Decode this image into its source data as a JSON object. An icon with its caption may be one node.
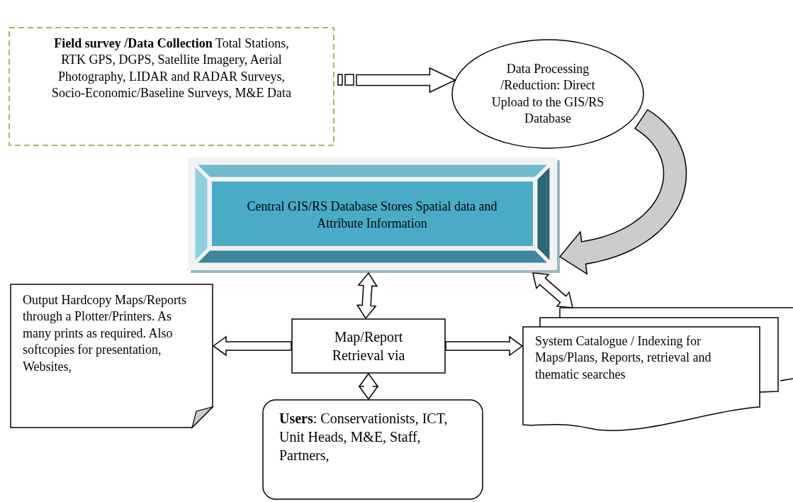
{
  "diagram": {
    "nodes": [
      {
        "text": [
          "**Field survey /Data Collection** Total Stations, RTK GPS, DGPS, Satellite Imagery, Aerial Photography, LIDAR and RADAR Surveys, Socio-Economic/Baseline Surveys, M&E Data"
        ]
      },
      {
        "text": [
          "Data Processing /Reduction: Direct Upload to the GIS/RS Database"
        ]
      },
      {
        "text": [
          "Central GIS/RS Database Stores Spatial data and Attribute Information"
        ]
      },
      {
        "text": [
          "Output Hardcopy Maps/Reports through a Plotter/Printers. As many prints as required. Also softcopies for presentation, Websites,"
        ]
      },
      {
        "text": [
          "Map/Report Retrieval via"
        ]
      },
      {
        "text": [
          "System Catalogue / Indexing for Maps/Plans, Reports, retrieval and thematic searches"
        ]
      },
      {
        "text": [
          "**Users**: Conservationists, ICT, Unit Heads, M&E, Staff, Partners,"
        ]
      }
    ],
    "edges": [
      {
        "from": 0,
        "to": 1,
        "arrow": "to"
      },
      {
        "from": 1,
        "to": 2,
        "arrow": "to"
      },
      {
        "from": 2,
        "to": 4,
        "arrow": "both"
      },
      {
        "from": 2,
        "to": 5,
        "arrow": "both"
      },
      {
        "from": 4,
        "to": 3,
        "arrow": "to"
      },
      {
        "from": 4,
        "to": 5,
        "arrow": "to"
      },
      {
        "from": 4,
        "to": 6,
        "arrow": "both"
      }
    ]
  }
}
